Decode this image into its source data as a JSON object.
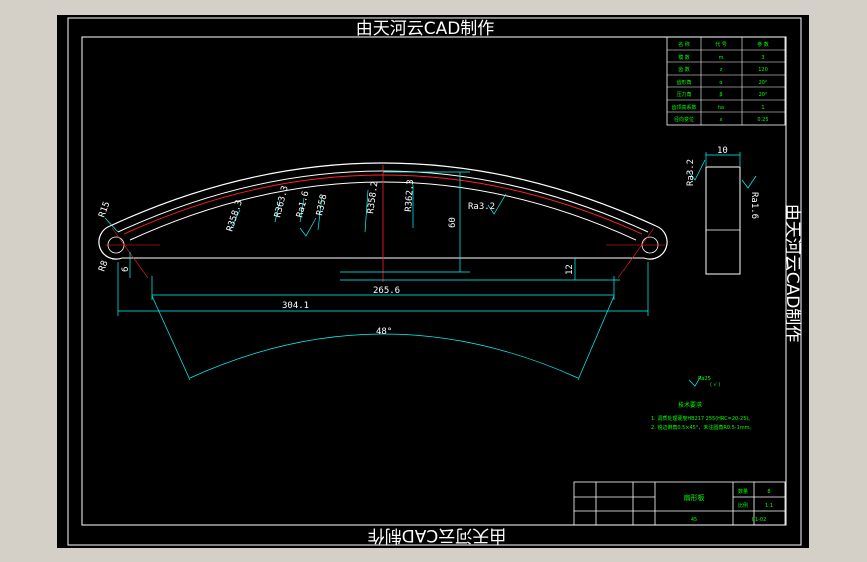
{
  "watermark": {
    "top": "由天河云CAD制作",
    "right": "由天河云CAD制作",
    "bottom": "由天河云CAD制作"
  },
  "colors": {
    "background": "#000000",
    "outline": "#ffffff",
    "dimension": "#00ffff",
    "annotation": "#00ff00",
    "centerline": "#ff0000"
  },
  "dimensions": {
    "overall_length": "304.1",
    "chord_length": "265.6",
    "angle": "48°",
    "height": "60",
    "step": "12",
    "end_offset": "6",
    "thickness": "10",
    "r_end": "R15",
    "r_end_left": "R8",
    "radius_labels": [
      "R358.3",
      "R363.3",
      "R358",
      "R358.2",
      "R362.3"
    ],
    "surface_left": "Ra1.6",
    "surface_mid": "Ra3.2",
    "surface_side_left": "Ra3.2",
    "surface_side_right": "Ra1.6"
  },
  "roughness_note": {
    "value": "Ra25",
    "suffix": "( √ )"
  },
  "tech_requirements": {
    "title": "技术要求",
    "items": [
      "1. 调质处理硬度HB217 255(HRC=20-25)。",
      "2. 锐边倒角0.5×45°，未注圆角R0.5-1mm。"
    ]
  },
  "param_table": {
    "headers": [
      "名 称",
      "代 号",
      "参 数"
    ],
    "rows": [
      [
        "模 数",
        "m",
        "3"
      ],
      [
        "齿 数",
        "z",
        "120"
      ],
      [
        "齿形角",
        "α",
        "20°"
      ],
      [
        "压力角",
        "β",
        "20°"
      ],
      [
        "齿顶高系数",
        "ha",
        "1"
      ],
      [
        "径向变位",
        "x",
        "0.25"
      ]
    ]
  },
  "title_block": {
    "name": "扇形板",
    "scale_label": "比例",
    "scale": "1:1",
    "qty_label": "数量",
    "qty": "8",
    "material": "45",
    "drawing_no": "01-02"
  }
}
